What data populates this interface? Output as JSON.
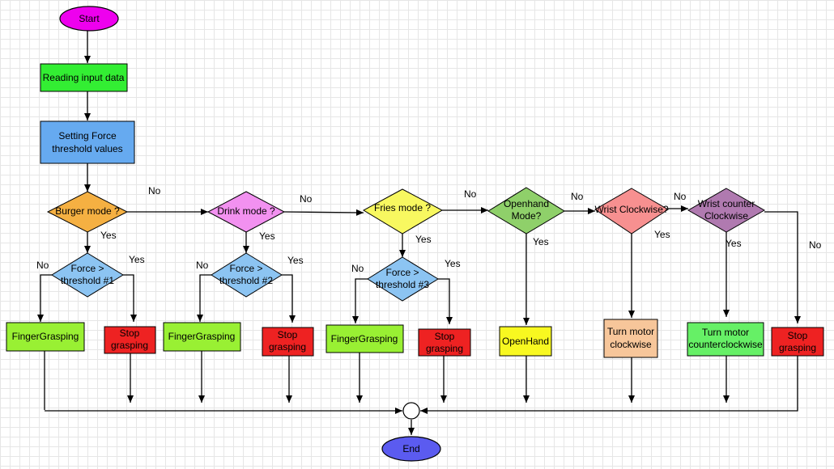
{
  "colors": {
    "start": "#ee00ee",
    "end": "#5b5bf0",
    "reading": "#33ee33",
    "setting": "#66aaf0",
    "burger": "#f5b042",
    "drink": "#f291f0",
    "fries": "#f8f860",
    "openhand_decision": "#8fd06a",
    "wrist_cw": "#f79090",
    "wrist_ccw": "#b07ab0",
    "force": "#8cc4f2",
    "finger": "#99f033",
    "stop": "#ee2222",
    "openhand": "#f8f820",
    "turn_cw": "#f7c69a",
    "turn_ccw": "#66f066"
  },
  "nodes": {
    "start": "Start",
    "reading": "Reading input data",
    "setting": [
      "Setting Force",
      "threshold values"
    ],
    "burger": "Burger mode ?",
    "drink": "Drink mode ?",
    "fries": "Fries mode ?",
    "openhand_q": [
      "Openhand",
      "Mode?"
    ],
    "wrist_cw_q": "Wrist Clockwise?",
    "wrist_ccw_q": [
      "Wrist counter",
      "Clockwise"
    ],
    "force1": [
      "Force >",
      "threshold #1"
    ],
    "force2": [
      "Force >",
      "threshold #2"
    ],
    "force3": [
      "Force >",
      "threshold #3"
    ],
    "finger1": "FingerGrasping",
    "finger2": "FingerGrasping",
    "finger3": "FingerGrasping",
    "stop1": [
      "Stop",
      "grasping"
    ],
    "stop2": [
      "Stop",
      "grasping"
    ],
    "stop3": [
      "Stop",
      "grasping"
    ],
    "openhand": "OpenHand",
    "turn_cw": [
      "Turn motor",
      "clockwise"
    ],
    "turn_ccw": [
      "Turn motor",
      "counterclockwise"
    ],
    "stop4": [
      "Stop",
      "grasping"
    ],
    "end": "End"
  },
  "edges": {
    "no": "No",
    "yes": "Yes"
  }
}
